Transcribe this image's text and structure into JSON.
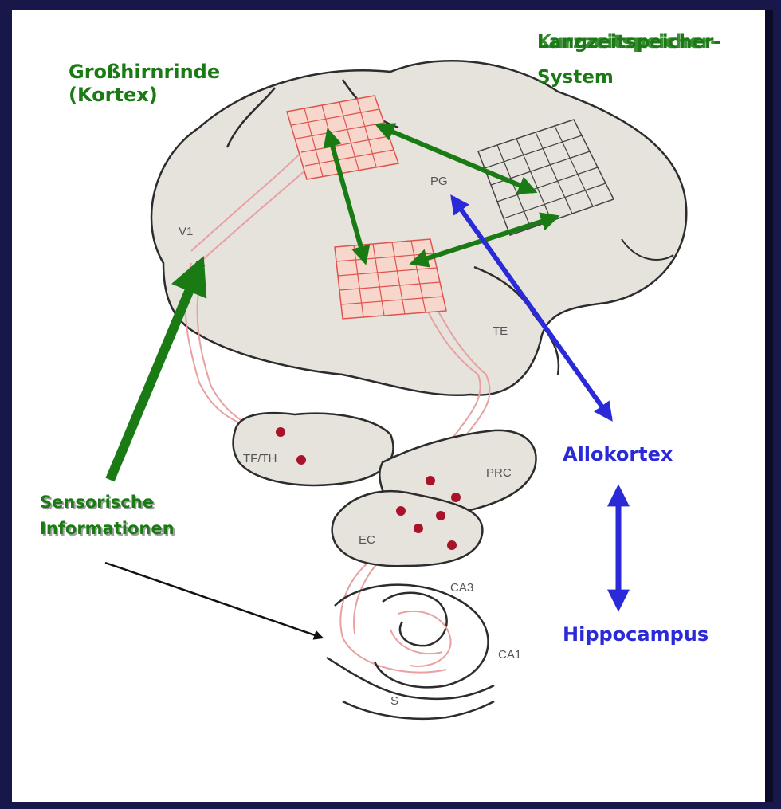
{
  "labels": {
    "cortex_line1": "Großhirnrinde",
    "cortex_line2": "(Kortex)",
    "lts_line1": "Langzeitspeicher-",
    "lts_line1_overlap": "Kurzzeitspeicher-",
    "lts_line2": "System",
    "allokortex": "Allokortex",
    "hippocampus": "Hippocampus",
    "sensory_line1": "Sensorische",
    "sensory_line2": "Informationen"
  },
  "brain_labels": {
    "v1": "V1",
    "pg": "PG",
    "te": "TE",
    "tf_th": "TF/TH",
    "prc": "PRC",
    "ec": "EC",
    "ca3": "CA3",
    "ca1": "CA1",
    "s": "S"
  },
  "colors": {
    "green": "#1a7a14",
    "blue": "#2a2ad8",
    "cortex_fill": "#e6e2dc",
    "grid_red": "#e0524f",
    "dot": "#a8132a"
  }
}
